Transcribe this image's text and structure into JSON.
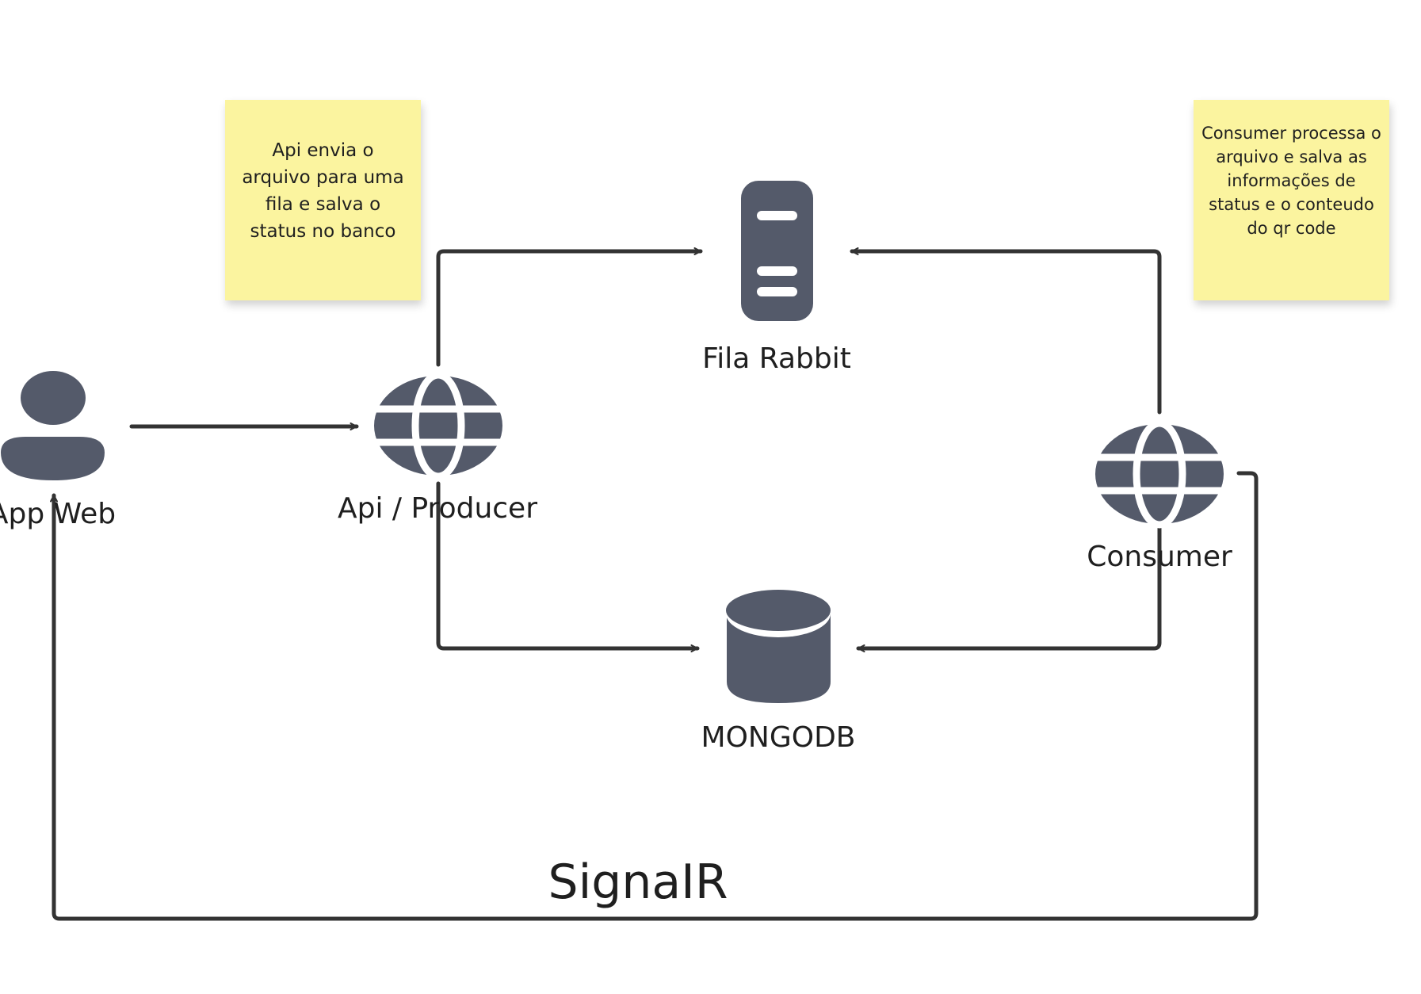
{
  "notes": {
    "api": "Api envia o arquivo para uma fila e salva o status no banco",
    "consumer": "Consumer processa o arquivo e salva as informações de status e o conteudo do qr code"
  },
  "nodes": {
    "app_web": {
      "label": "App Web",
      "icon": "user-icon"
    },
    "api_producer": {
      "label": "Api / Producer",
      "icon": "globe-icon"
    },
    "fila_rabbit": {
      "label": "Fila Rabbit",
      "icon": "server-icon"
    },
    "consumer": {
      "label": "Consumer",
      "icon": "globe-icon"
    },
    "mongodb": {
      "label": "MONGODB",
      "icon": "database-icon"
    }
  },
  "edges": [
    {
      "from": "App Web",
      "to": "Api / Producer"
    },
    {
      "from": "Api / Producer",
      "to": "Fila Rabbit"
    },
    {
      "from": "Api / Producer",
      "to": "MONGODB"
    },
    {
      "from": "Consumer",
      "to": "Fila Rabbit"
    },
    {
      "from": "Consumer",
      "to": "MONGODB"
    },
    {
      "from": "Consumer",
      "to": "App Web",
      "label": "SignaIR"
    }
  ],
  "colors": {
    "icon": "#545a6a",
    "line": "#333333",
    "sticky": "#fbf49f"
  }
}
